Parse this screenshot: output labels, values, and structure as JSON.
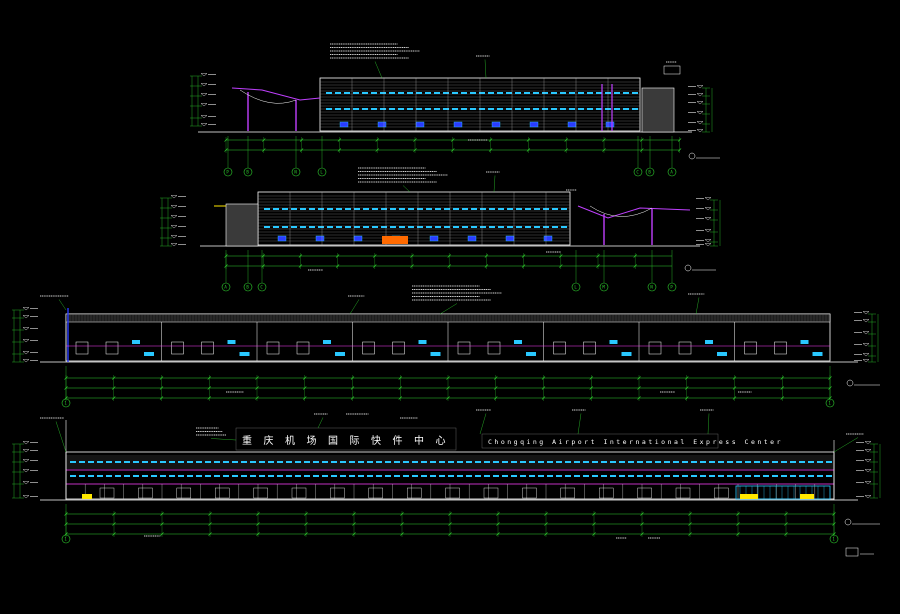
{
  "colors": {
    "background": "#000000",
    "outline": "#ffffff",
    "dimension": "#2fd12f",
    "window": "#29c8ff",
    "column": "#c040ff",
    "facade_line": "#ff40ff",
    "door_fill": "#ff6a00",
    "accent_yellow": "#ffe800",
    "text": "#cfcfcf"
  },
  "drawings": {
    "elev_a": {
      "grid_axes_left": [
        "P",
        "B",
        "N",
        "L"
      ],
      "grid_axes_right": [
        "C",
        "B",
        "A"
      ]
    },
    "elev_b": {
      "grid_axes_left": [
        "A",
        "B",
        "C"
      ],
      "grid_axes_right": [
        "L",
        "M",
        "N",
        "P"
      ]
    },
    "elev_c": {
      "grid_axes_left": [
        "1"
      ],
      "grid_axes_right": [
        "1"
      ]
    },
    "elev_d": {
      "grid_axes_left": [
        "1"
      ],
      "grid_axes_right": [
        "1"
      ],
      "sign_cn_chars": [
        "重",
        "庆",
        "机",
        "场",
        "国",
        "际",
        "快",
        "件",
        "中",
        "心"
      ],
      "sign_en": "Chongqing   Airport   International   Express   Center"
    }
  }
}
